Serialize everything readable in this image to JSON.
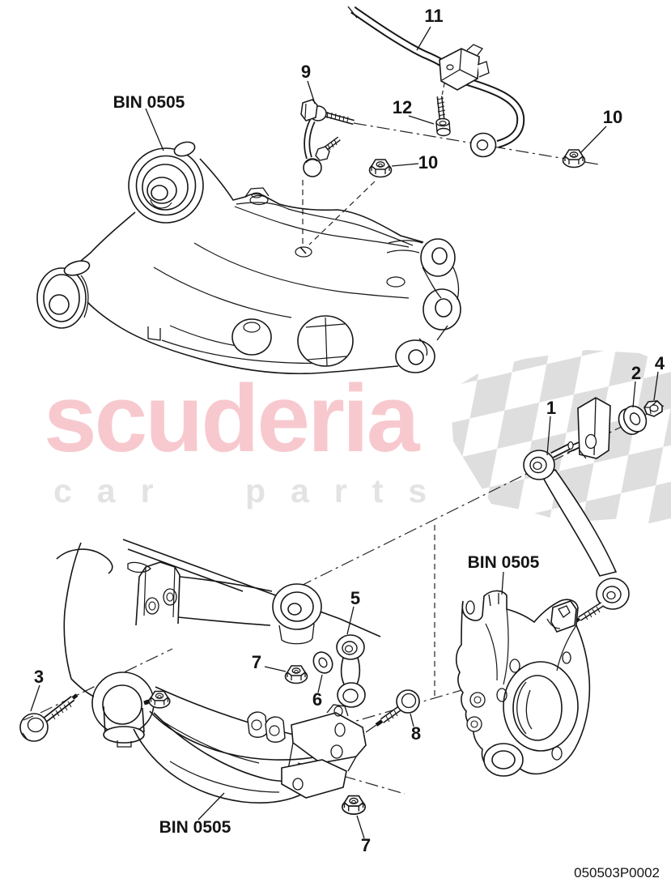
{
  "brand_watermark": {
    "name": "scuderia",
    "tagline": "car parts"
  },
  "drawing_number": "050503P0002",
  "bin_labels": {
    "upper_left": "BIN 0505",
    "knuckle": "BIN 0505",
    "lower_arm": "BIN 0505"
  },
  "callouts": {
    "c1": "1",
    "c2": "2",
    "c3": "3",
    "c4": "4",
    "c5": "5",
    "c6": "6",
    "c7_left": "7",
    "c7_bottom": "7",
    "c8": "8",
    "c9": "9",
    "c10_left": "10",
    "c10_right": "10",
    "c11": "11",
    "c12": "12"
  },
  "colors": {
    "line": "#161616",
    "watermark_pink": "#f7c9ce",
    "watermark_gray": "#e3e3e3",
    "checker_gray": "#dedede",
    "background": "#ffffff"
  }
}
